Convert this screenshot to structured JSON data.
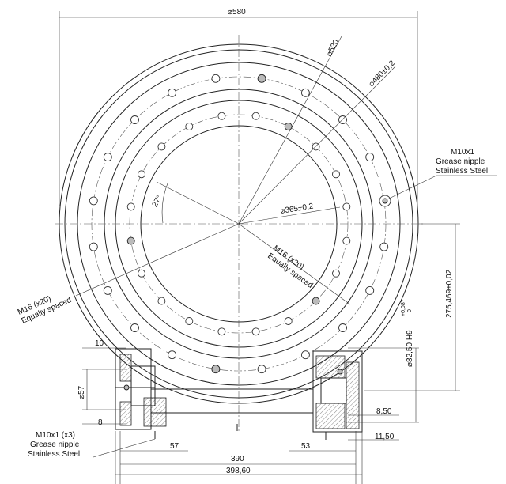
{
  "drawing": {
    "dimensions": {
      "outer_diameter": "⌀580",
      "d520": "⌀520",
      "d480": "⌀480±0,2",
      "d365": "⌀365±0,2",
      "angle": "27°",
      "height": "275,469±0,02",
      "bore_main": "⌀82,50 H9",
      "bore_tol_upper": "+0,087",
      "bore_tol_lower": "0",
      "shaft": "⌀57",
      "d10": "10",
      "d8": "8",
      "d850": "8,50",
      "d1150": "11,50",
      "d57": "57",
      "d53": "53",
      "d390": "390",
      "d39860": "398,60"
    },
    "callouts": {
      "grease_right": [
        "M10x1",
        "Grease nipple",
        "Stainless Steel"
      ],
      "holes_inner": [
        "M16 (x20)",
        "Equally spaced"
      ],
      "holes_outer": [
        "M16 (x20)",
        "Equally spaced"
      ],
      "grease_bottom": [
        "M10x1 (x3)",
        "Grease nipple",
        "Stainless Steel"
      ]
    },
    "hole_counts": {
      "outer_ring": 20,
      "inner_ring": 20
    }
  }
}
